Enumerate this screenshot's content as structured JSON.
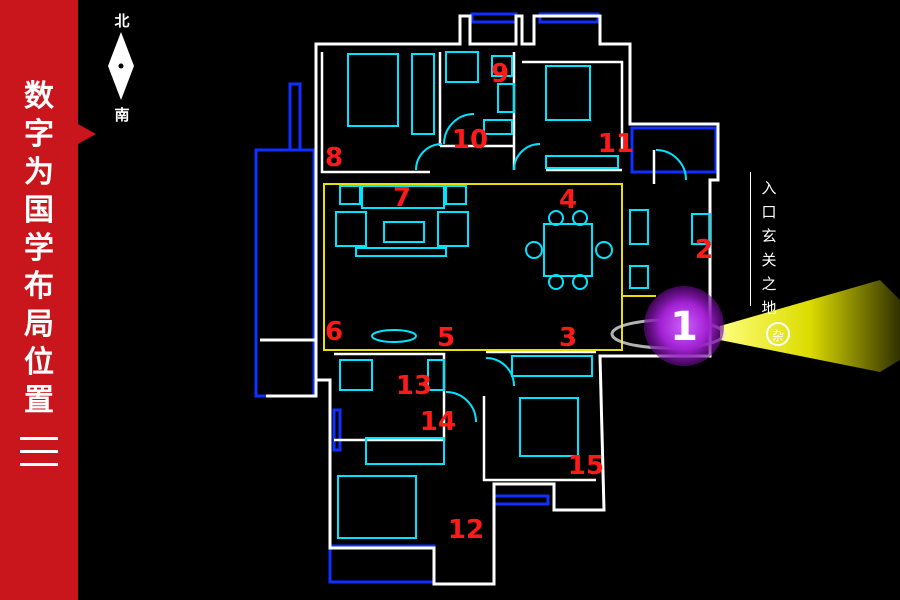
{
  "sidebar": {
    "title_chars": [
      "数",
      "字",
      "为",
      "国",
      "学",
      "布",
      "局",
      "位",
      "置"
    ]
  },
  "compass": {
    "north": "北",
    "south": "南"
  },
  "entrance": {
    "chars": [
      "入",
      "口",
      "玄",
      "关",
      "之",
      "地"
    ],
    "badge": "杂"
  },
  "markers": {
    "m1": "1",
    "m2": "2",
    "m3": "3",
    "m4": "4",
    "m5": "5",
    "m6": "6",
    "m7": "7",
    "m8": "8",
    "m9": "9",
    "m10": "10",
    "m11": "11",
    "m12": "12",
    "m13": "13",
    "m14": "14",
    "m15": "15"
  },
  "colors": {
    "sidebar": "#c8161c",
    "wall": "#ffffff",
    "furniture": "#00e5ff",
    "window": "#1030ff",
    "zone": "#e8e000",
    "number": "#ff1a1a",
    "highlight": "#b030e0",
    "beam": "#f0f000"
  }
}
